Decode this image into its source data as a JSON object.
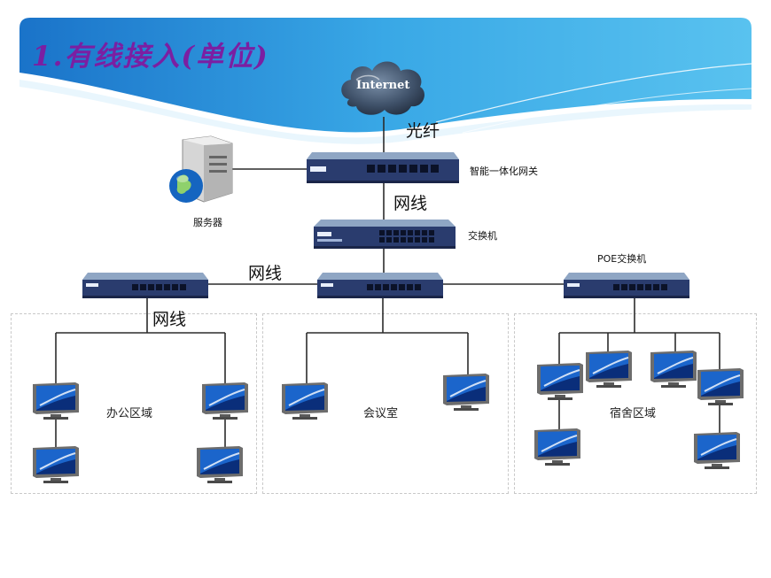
{
  "slide": {
    "title": "1.有线接入(单位)"
  },
  "labels": {
    "internet": "Internet",
    "fiber": "光纤",
    "gateway": "智能一体化网关",
    "server": "服务器",
    "cable1": "网线",
    "core_switch": "交换机",
    "cable2": "网线",
    "poe_switch": "POE交换机",
    "cable3": "网线"
  },
  "zones": {
    "office": "办公区域",
    "meeting": "会议室",
    "dorm": "宿舍区域"
  }
}
